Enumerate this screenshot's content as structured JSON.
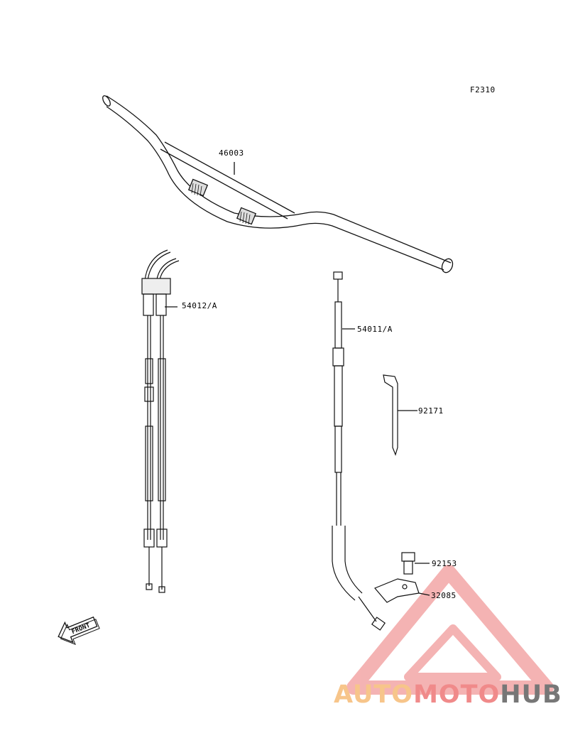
{
  "figure_code": "F2310",
  "parts": [
    {
      "id": "handlebar",
      "number": "46003"
    },
    {
      "id": "throttle-cable",
      "number": "54012/A"
    },
    {
      "id": "clutch-cable",
      "number": "54011/A"
    },
    {
      "id": "tool",
      "number": "92171"
    },
    {
      "id": "bolt",
      "number": "92153"
    },
    {
      "id": "bracket",
      "number": "32085"
    }
  ],
  "front_marker": "FRONT",
  "watermark": {
    "part1": "AUTO",
    "part2": "MOTO",
    "part3": "HUB",
    "color1": "#f7c58a",
    "color2": "#f08a8a",
    "color3": "#777777"
  }
}
